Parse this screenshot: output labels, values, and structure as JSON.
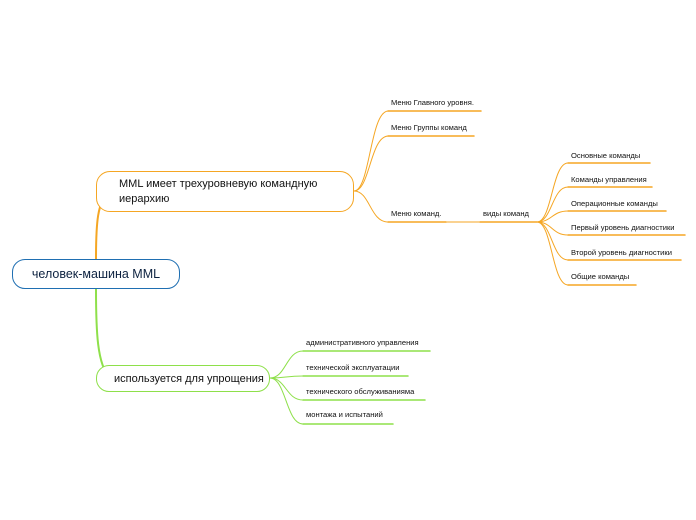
{
  "mindmap": {
    "root": "человек-машина MML",
    "branch1": {
      "label": "MML имеет трехуровневую командную иерархию",
      "items": [
        "Меню Главного уровня.",
        "Меню Группы команд",
        "Меню команд."
      ],
      "subtopic": "виды команд",
      "types": [
        "Основные команды",
        "Команды управления",
        "Операционные команды",
        "Первый уровень диагностики",
        "Второй уровень диагностики",
        "Общие команды"
      ]
    },
    "branch2": {
      "label": "используется для упрощения",
      "items": [
        "административного управления",
        "технической эксплуатации",
        "технического обслуживанияма",
        "монтажа и испытаний"
      ]
    }
  },
  "colors": {
    "root_border": "#1f6fb2",
    "orange_branch": "#f5a623",
    "green_branch": "#8ee04a"
  }
}
